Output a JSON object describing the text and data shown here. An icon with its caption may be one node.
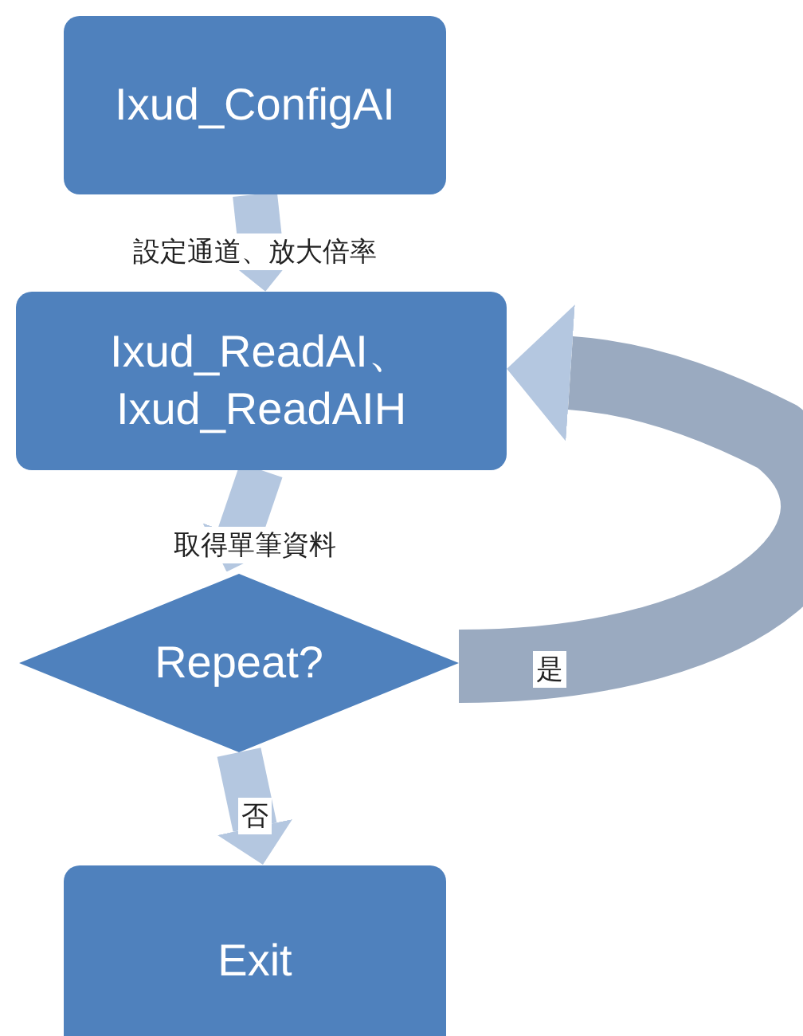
{
  "diagram": {
    "nodes": [
      {
        "text": [
          "Ixud_ConfigAI"
        ]
      },
      {
        "text": [
          "Ixud_ReadAI、 Ixud_ReadAIH"
        ]
      },
      {
        "text": [
          "Repeat?"
        ]
      },
      {
        "text": [
          "Exit"
        ]
      }
    ],
    "edges": [
      {
        "from": 0,
        "to": 1,
        "arrow": "to",
        "label": "設定通道、放大倍率"
      },
      {
        "from": 1,
        "to": 2,
        "arrow": "to",
        "label": "取得單筆資料"
      },
      {
        "from": 2,
        "to": 1,
        "arrow": "to",
        "label": "是"
      },
      {
        "from": 2,
        "to": 3,
        "arrow": "to",
        "label": "否"
      }
    ]
  }
}
